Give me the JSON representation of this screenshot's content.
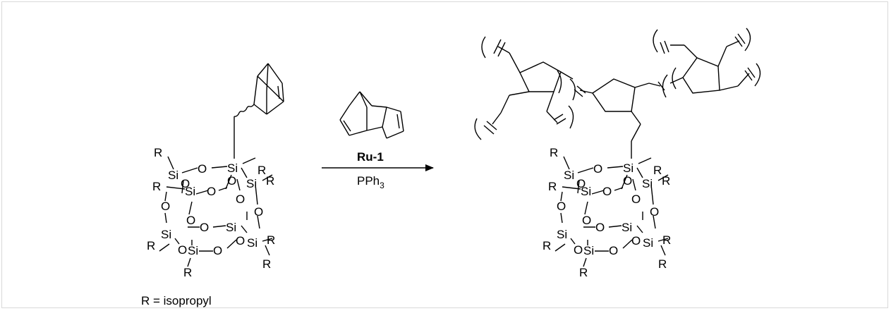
{
  "scheme": {
    "catalyst_label": "Ru-1",
    "reagent_label": "PPh",
    "reagent_subscript": "3",
    "r_definition": "R = isopropyl"
  },
  "atoms": {
    "si": "Si",
    "o": "O",
    "r": "R"
  }
}
